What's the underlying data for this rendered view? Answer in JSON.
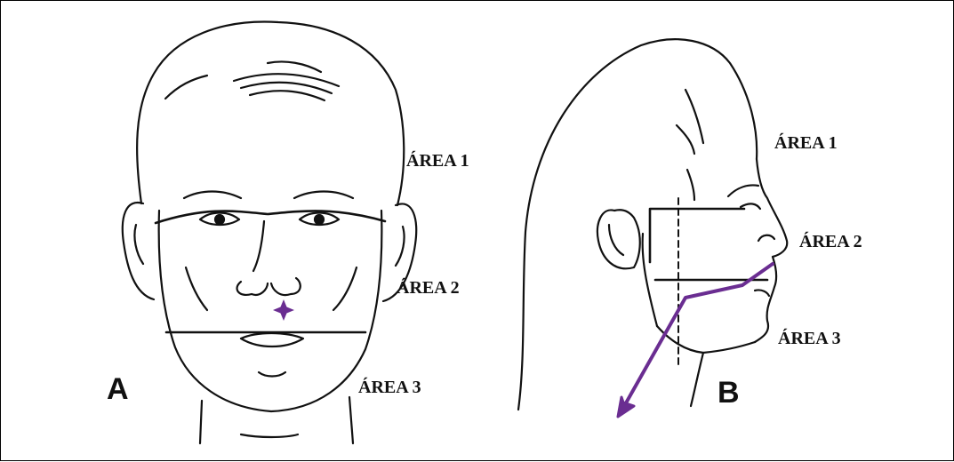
{
  "colors": {
    "line": "#111111",
    "accent": "#6a2d91"
  },
  "panel_a": {
    "letter": "A",
    "area1": "ÁREA 1",
    "area2": "ÁREA 2",
    "area3": "ÁREA 3",
    "marker_icon": "four-point-star-icon"
  },
  "panel_b": {
    "letter": "B",
    "area1": "ÁREA 1",
    "area2": "ÁREA 2",
    "area3": "ÁREA 3",
    "marker_icon": "arrow-icon"
  }
}
